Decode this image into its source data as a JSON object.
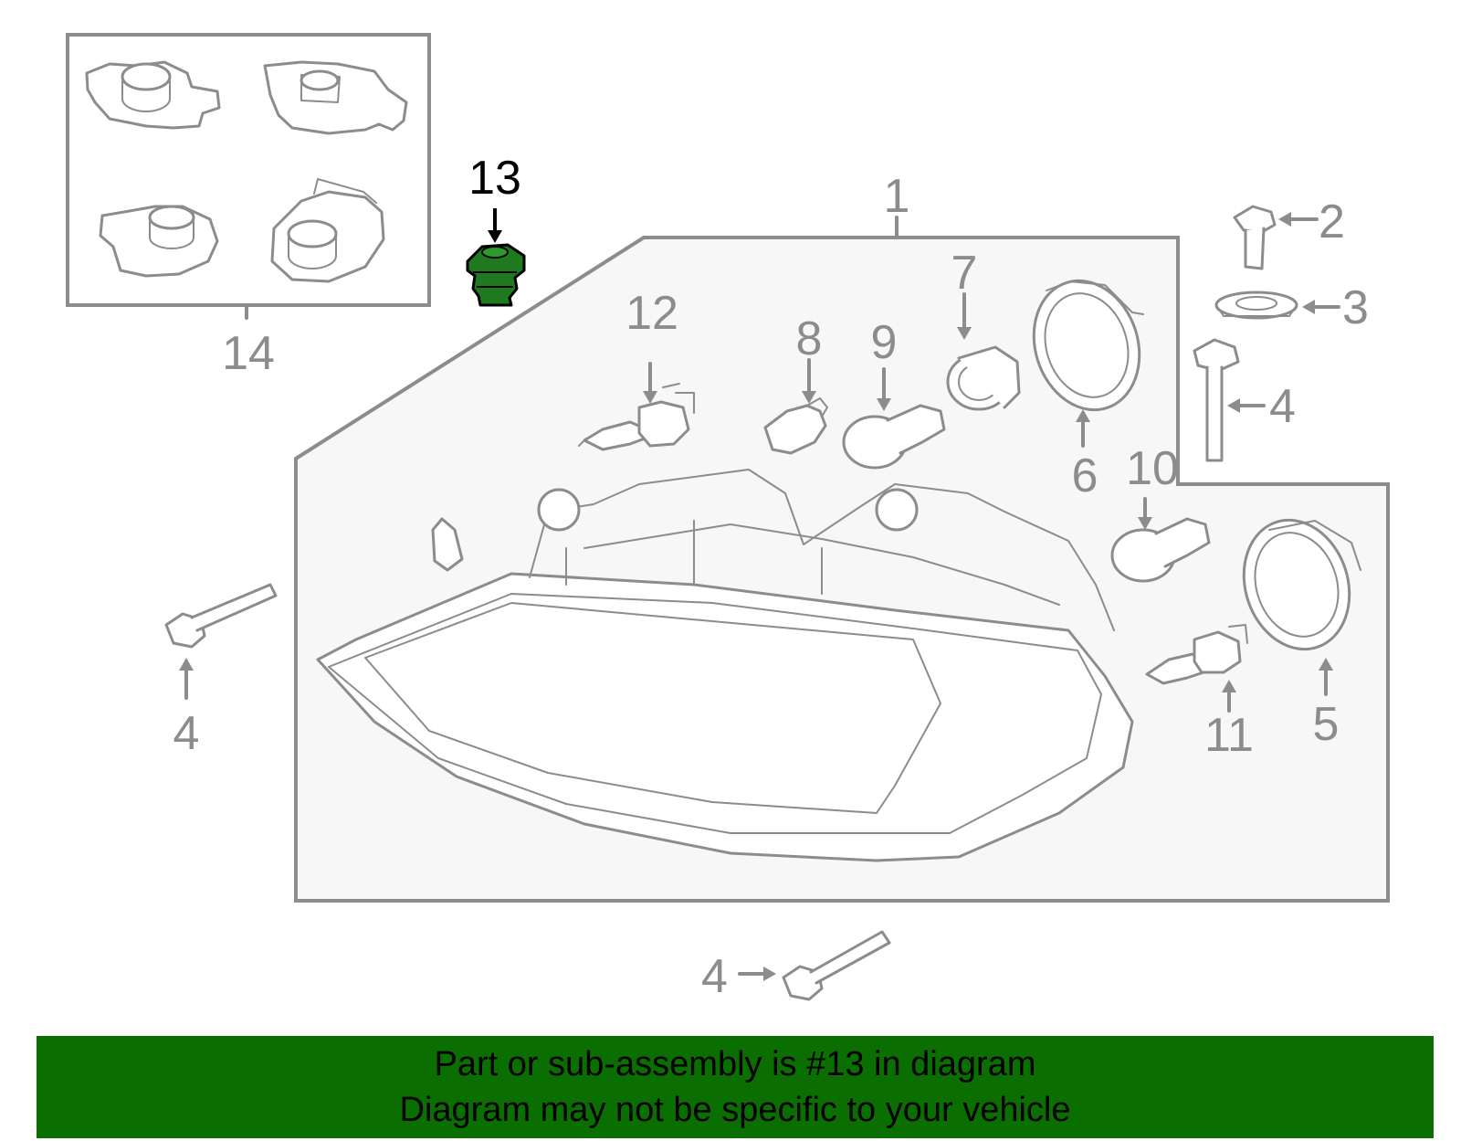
{
  "colors": {
    "line": "#8c8c8c",
    "highlight_part": "#1f7a1f",
    "highlight_label": "#000000",
    "banner_bg": "#0b6e00",
    "banner_text": "#000000"
  },
  "callouts": {
    "c1": "1",
    "c2": "2",
    "c3": "3",
    "c4_right": "4",
    "c4_left": "4",
    "c4_bottom": "4",
    "c5": "5",
    "c6": "6",
    "c7": "7",
    "c8": "8",
    "c9": "9",
    "c10": "10",
    "c11": "11",
    "c12": "12",
    "c13": "13",
    "c14": "14"
  },
  "highlighted_part": "13",
  "banner": {
    "line1": "Part or sub-assembly is #13 in diagram",
    "line2": "Diagram may not be specific to your vehicle"
  }
}
